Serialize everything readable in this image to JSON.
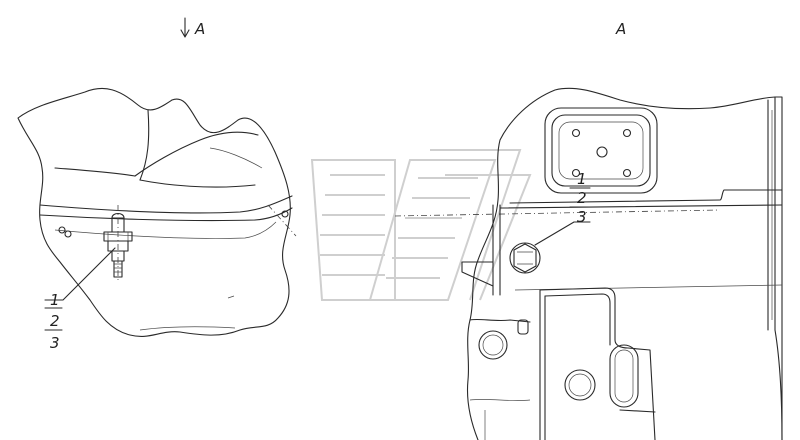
{
  "view_arrow_label": "A",
  "view_title": "A",
  "left_callouts": [
    "1",
    "2",
    "3"
  ],
  "right_callouts": [
    "1",
    "2",
    "3"
  ]
}
